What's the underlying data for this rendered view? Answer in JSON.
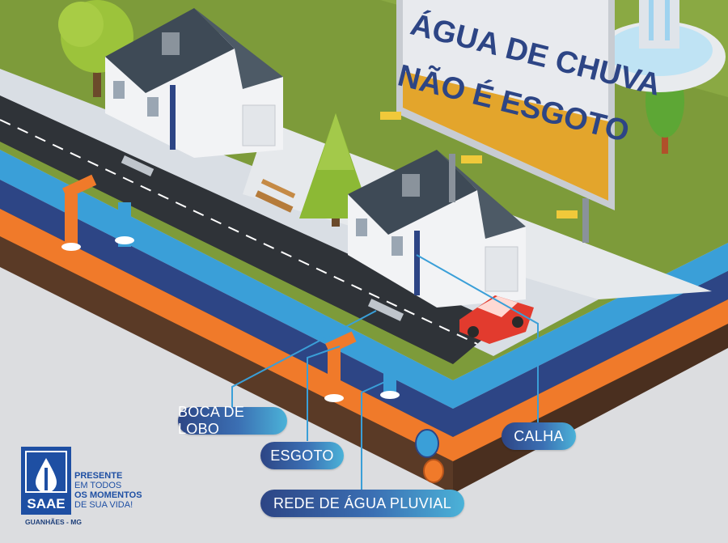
{
  "billboard": {
    "line1": "ÁGUA DE CHUVA",
    "line2": "NÃO É ESGOTO"
  },
  "labels": {
    "boca_de_lobo": "BOCA DE LOBO",
    "esgoto": "ESGOTO",
    "rede_pluvial": "REDE DE ÁGUA PLUVIAL",
    "calha": "CALHA"
  },
  "logo": {
    "brand": "SAAE",
    "city": "GUANHÃES - MG",
    "slogan_1": "PRESENTE",
    "slogan_2": "EM TODOS",
    "slogan_3": "OS MOMENTOS",
    "slogan_4": "DE SUA VIDA!"
  },
  "colors": {
    "rain_pipe": "#3a9fd8",
    "sewer_pipe": "#f07a2a",
    "grass": "#7d9b3a",
    "sign_accent": "#e3a52c"
  }
}
